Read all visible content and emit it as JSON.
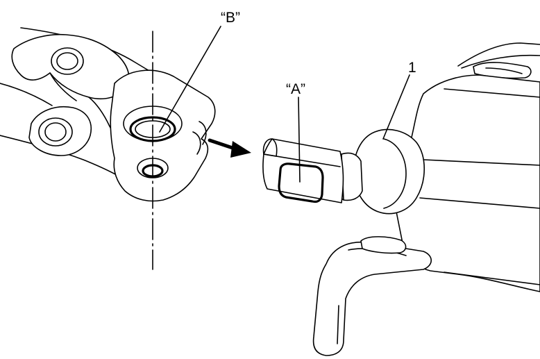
{
  "callouts": {
    "label_b": "“B”",
    "label_a": "“A”",
    "part_1": "1"
  },
  "colors": {
    "line": "#000000",
    "background": "#ffffff"
  }
}
